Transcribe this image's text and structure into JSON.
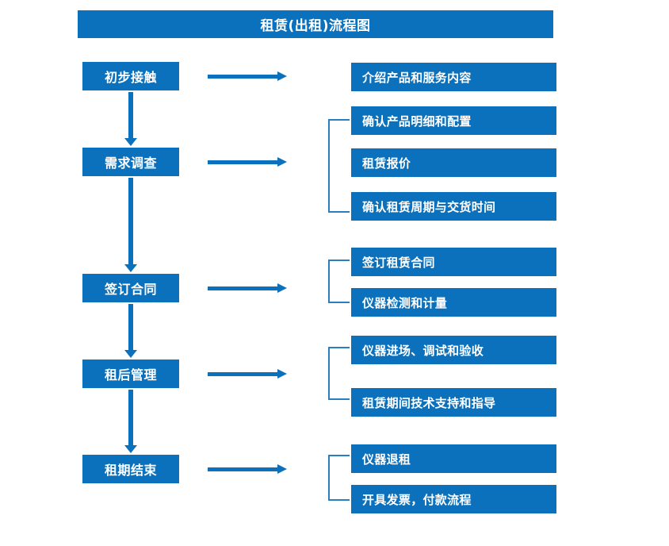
{
  "title": "租赁(出租)流程图",
  "theme": {
    "accent": "#0c71bd",
    "bracket": "#2d7ebd",
    "text_on_accent": "#ffffff",
    "background": "#ffffff"
  },
  "stages": [
    {
      "id": "initial-contact",
      "label": "初步接触"
    },
    {
      "id": "requirement-survey",
      "label": "需求调查"
    },
    {
      "id": "sign-contract",
      "label": "签订合同"
    },
    {
      "id": "post-lease-management",
      "label": "租后管理"
    },
    {
      "id": "lease-end",
      "label": "租期结束"
    }
  ],
  "details": [
    {
      "group": 0,
      "items": [
        "介绍产品和服务内容"
      ]
    },
    {
      "group": 1,
      "items": [
        "确认产品明细和配置",
        "租赁报价",
        "确认租赁周期与交货时间"
      ]
    },
    {
      "group": 2,
      "items": [
        "签订租赁合同",
        "仪器检测和计量"
      ]
    },
    {
      "group": 3,
      "items": [
        "仪器进场、调试和验收",
        "租赁期间技术支持和指导"
      ]
    },
    {
      "group": 4,
      "items": [
        "仪器退租",
        "开具发票，付款流程"
      ]
    }
  ],
  "detail_flat": {
    "d0": "介绍产品和服务内容",
    "d1": "确认产品明细和配置",
    "d2": "租赁报价",
    "d3": "确认租赁周期与交货时间",
    "d4": "签订租赁合同",
    "d5": "仪器检测和计量",
    "d6": "仪器进场、调试和验收",
    "d7": "租赁期间技术支持和指导",
    "d8": "仪器退租",
    "d9": "开具发票，付款流程"
  },
  "icons": {
    "arrow_right": "right-arrow-icon",
    "arrow_down": "down-arrow-icon",
    "bracket": "group-bracket-icon"
  }
}
